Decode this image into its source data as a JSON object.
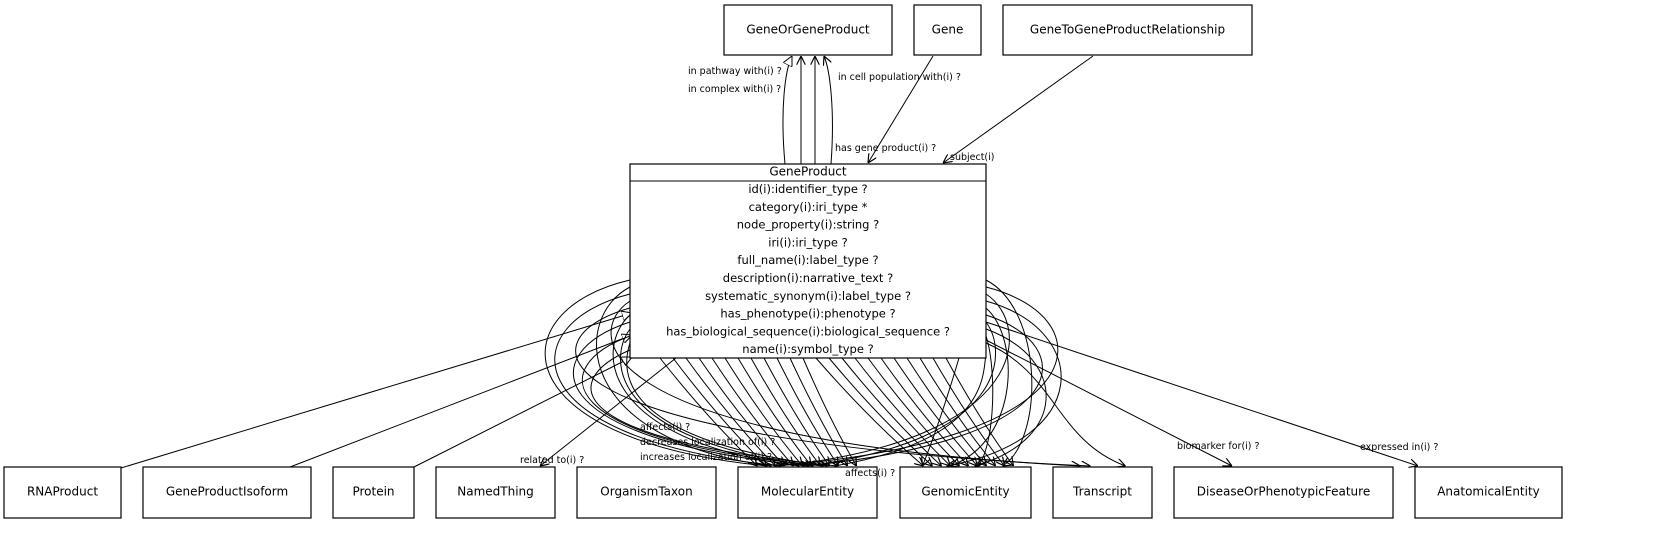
{
  "classes": {
    "gene_or_gene_product": "GeneOrGeneProduct",
    "gene": "Gene",
    "gene_to_gene_product_relationship": "GeneToGeneProductRelationship",
    "gene_product": "GeneProduct",
    "rna_product": "RNAProduct",
    "gene_product_isoform": "GeneProductIsoform",
    "protein": "Protein",
    "named_thing": "NamedThing",
    "organism_taxon": "OrganismTaxon",
    "molecular_entity": "MolecularEntity",
    "genomic_entity": "GenomicEntity",
    "transcript": "Transcript",
    "disease_or_phenotypic_feature": "DiseaseOrPhenotypicFeature",
    "anatomical_entity": "AnatomicalEntity"
  },
  "gene_product_attributes": [
    "id(i):identifier_type ?",
    "category(i):iri_type *",
    "node_property(i):string ?",
    "iri(i):iri_type ?",
    "full_name(i):label_type ?",
    "description(i):narrative_text ?",
    "systematic_synonym(i):label_type ?",
    "has_phenotype(i):phenotype ?",
    "has_biological_sequence(i):biological_sequence ?",
    "name(i):symbol_type ?"
  ],
  "edge_labels": {
    "in_pathway_with": "in pathway with(i) ?",
    "in_complex_with": "in complex with(i) ?",
    "in_cell_population_with": "in cell population with(i) ?",
    "has_gene_product": "has gene product(i) ?",
    "subject": "subject(i)",
    "related_to": "related to(i) ?",
    "biomarker_for": "biomarker for(i) ?",
    "expressed_in": "expressed in(i) ?",
    "affects": "affects(i) ?",
    "decreases_localization_of": "decreases localization of(i) ?",
    "increases_localization_of": "increases localization of(i) ?",
    "affects_genomic": "affects(i) ?"
  }
}
